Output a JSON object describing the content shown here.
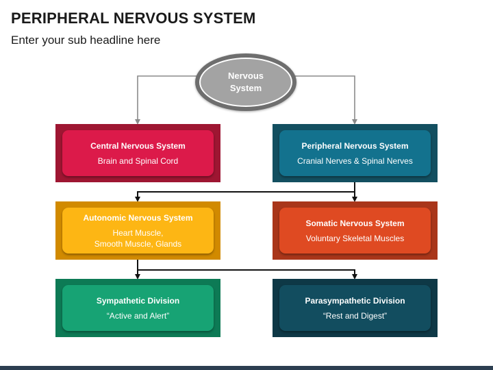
{
  "header": {
    "title": "PERIPHERAL NERVOUS SYSTEM",
    "subtitle": "Enter your sub headline here"
  },
  "root": {
    "label": "Nervous\nSystem"
  },
  "nodes": {
    "central": {
      "title": "Central Nervous System",
      "sub": "Brain and Spinal Cord"
    },
    "peripheral": {
      "title": "Peripheral Nervous System",
      "sub": "Cranial Nerves & Spinal Nerves"
    },
    "autonomic": {
      "title": "Autonomic Nervous System",
      "sub": "Heart Muscle,\nSmooth Muscle, Glands"
    },
    "somatic": {
      "title": "Somatic Nervous System",
      "sub": "Voluntary Skeletal Muscles"
    },
    "sympathetic": {
      "title": "Sympathetic Division",
      "sub": "“Active and Alert”"
    },
    "parasympathetic": {
      "title": "Parasympathetic Division",
      "sub": "“Rest and Digest”"
    }
  },
  "colors": {
    "central": "#dc1a4a",
    "peripheral": "#13728e",
    "autonomic": "#fdb614",
    "somatic": "#df4a22",
    "sympathetic": "#17a374",
    "parasympathetic": "#124d5f",
    "root": "#a3a3a3"
  }
}
